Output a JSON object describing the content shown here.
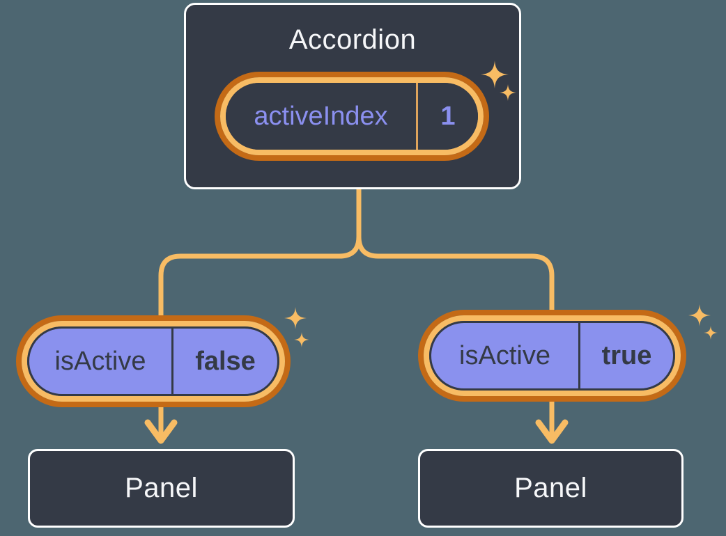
{
  "diagram": {
    "root": {
      "title": "Accordion",
      "state_pill": {
        "label": "activeIndex",
        "value": "1"
      }
    },
    "branches": [
      {
        "prop_pill": {
          "label": "isActive",
          "value": "false"
        },
        "child": {
          "title": "Panel"
        }
      },
      {
        "prop_pill": {
          "label": "isActive",
          "value": "true"
        },
        "child": {
          "title": "Panel"
        }
      }
    ]
  },
  "icons": {
    "sparkle": "four-point-star-sparkle"
  },
  "colors": {
    "background": "#4D6671",
    "card": "#343A46",
    "card_border": "#FFFFFF",
    "ring_outer": "#C46A16",
    "ring_inner": "#F8BC64",
    "connector": "#F8BC64",
    "pill_fill": "#8A91EE",
    "pill_divider": "#DFA45C",
    "text_light": "#F6F7F9",
    "text_dark": "#343A46",
    "text_purple": "#8B90F0",
    "sparkle": "#F8BC64"
  }
}
